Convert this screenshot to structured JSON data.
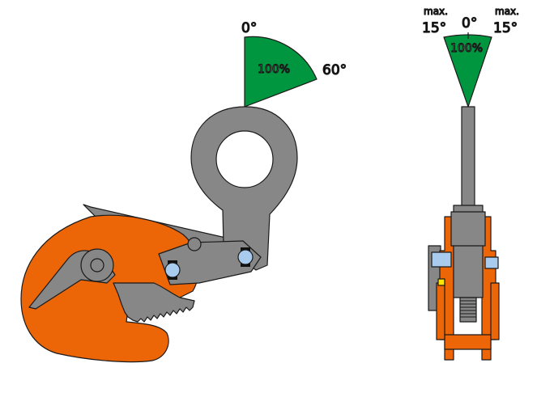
{
  "side_view": {
    "angle_zero_label": "0°",
    "angle_max_label": "60°",
    "capacity_label": "100%"
  },
  "front_view": {
    "left_max_label": "max.",
    "left_angle_label": "15°",
    "center_angle_label": "0°",
    "right_max_label": "max.",
    "right_angle_label": "15°",
    "capacity_label": "100%"
  },
  "colors": {
    "body_orange": "#ec6608",
    "steel_grey": "#878787",
    "zone_green": "#00963f",
    "pin_blue": "#a9cbee",
    "accent_yellow": "#ffe600"
  }
}
